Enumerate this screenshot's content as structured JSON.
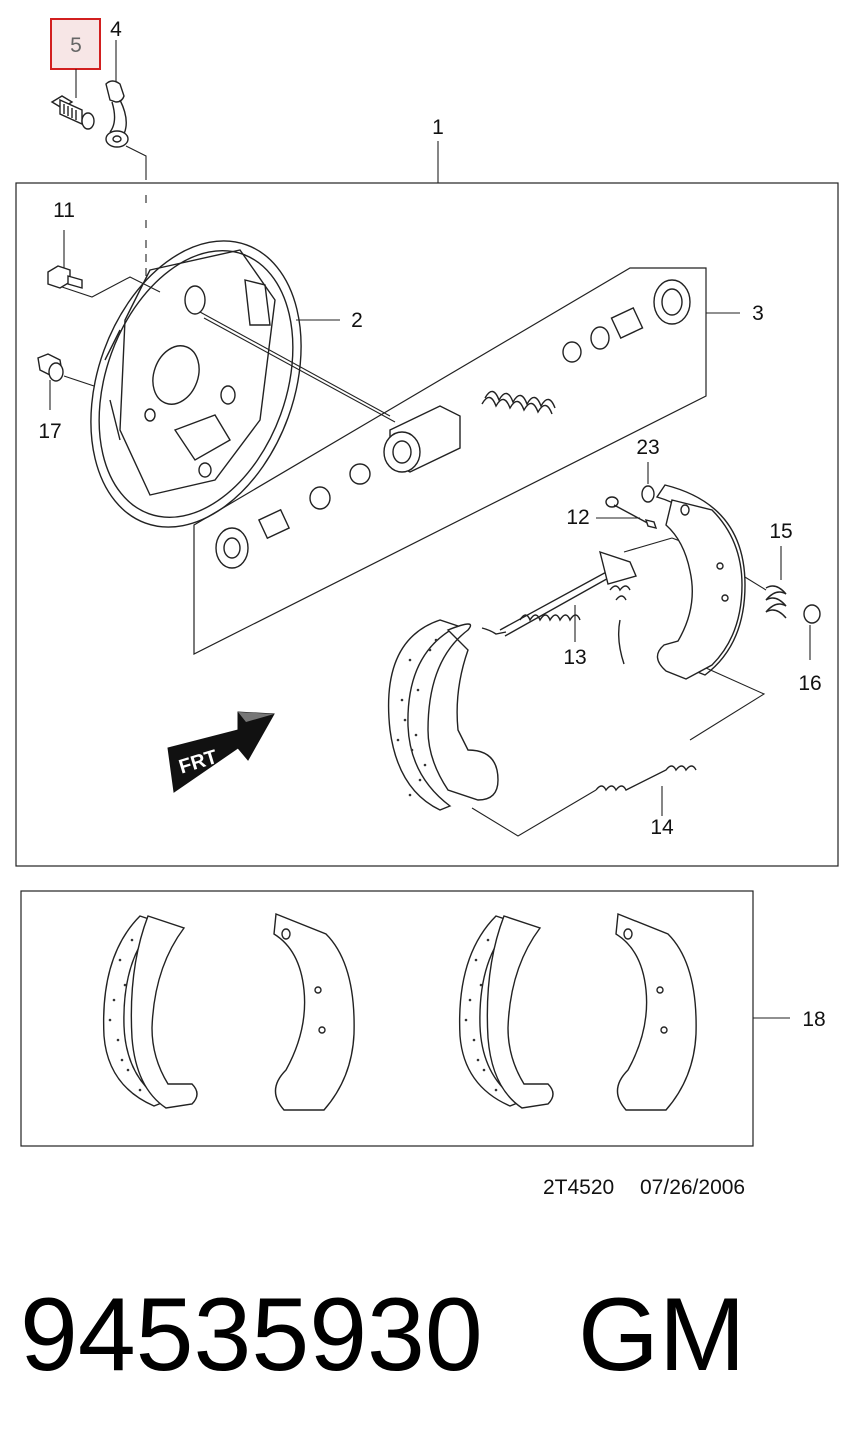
{
  "callouts": {
    "c1": "1",
    "c2": "2",
    "c3": "3",
    "c4": "4",
    "c5": "5",
    "c11": "11",
    "c12": "12",
    "c13": "13",
    "c14": "14",
    "c15": "15",
    "c16": "16",
    "c17": "17",
    "c18": "18",
    "c23": "23"
  },
  "highlight_color": "#d21f1f",
  "frt_label": "FRT",
  "drawing_ref": "2T4520",
  "drawing_date": "07/26/2006",
  "part_number": "94535930",
  "brand": "GM"
}
